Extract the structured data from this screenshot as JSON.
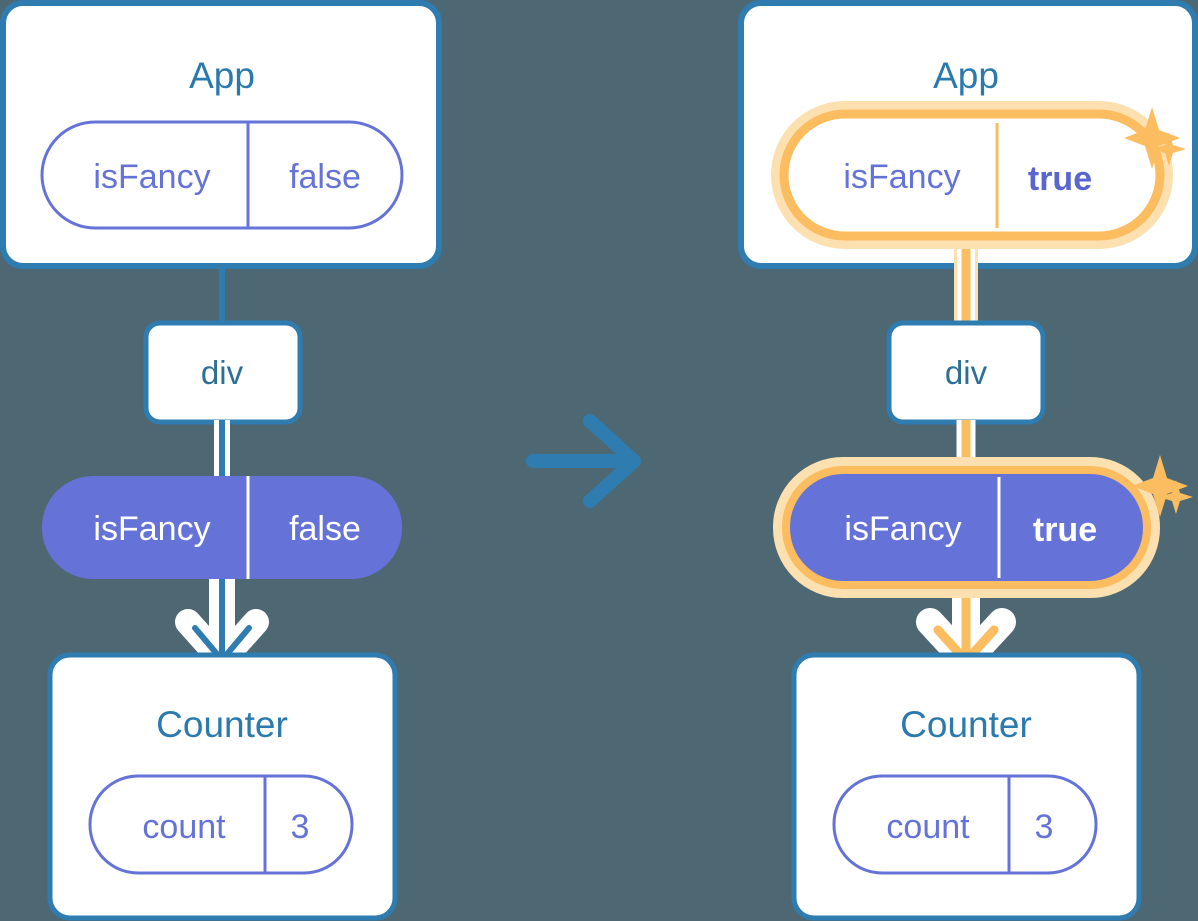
{
  "meta": {
    "title": "React state lifting diagram: isFancy false to true",
    "background_color": "#4d6873"
  },
  "colors": {
    "background": "#4d6873",
    "card_border": "#2e7cb0",
    "card_fill": "#ffffff",
    "heading_text": "#2b7aad",
    "purple_fill": "#6573d8",
    "purple_stroke": "#6573d8",
    "purple_text": "#6573d8",
    "white_text": "#ffffff",
    "highlight_orange": "#f9b košík"
  },
  "palette": {
    "background": "#4d6873",
    "card_border": "#2e7cb0",
    "card_fill": "#ffffff",
    "heading": "#2b7aad",
    "purple": "#6573d8",
    "orange": "#fbbd5f",
    "orange_glow": "#fce0b0",
    "orange_pale": "#fdebd0",
    "lavender_line": "#c5d4ea",
    "white": "#ffffff",
    "arrow_blue": "#2e7cb0"
  },
  "panels": [
    {
      "id": "before",
      "name": "before-panel",
      "highlighted": false,
      "app": {
        "title": "App",
        "state": {
          "key": "isFancy",
          "value": "false",
          "style": "outline",
          "highlighted": false,
          "bold_value": false
        }
      },
      "dom": {
        "label": "div"
      },
      "prop": {
        "key": "isFancy",
        "value": "false",
        "style": "filled",
        "highlighted": false,
        "bold_value": false
      },
      "child": {
        "title": "Counter",
        "state": {
          "key": "count",
          "value": "3",
          "style": "outline",
          "highlighted": false,
          "bold_value": false
        }
      },
      "sparkles": []
    },
    {
      "id": "after",
      "name": "after-panel",
      "highlighted": true,
      "app": {
        "title": "App",
        "state": {
          "key": "isFancy",
          "value": "true",
          "style": "outline",
          "highlighted": true,
          "bold_value": true
        }
      },
      "dom": {
        "label": "div"
      },
      "prop": {
        "key": "isFancy",
        "value": "true",
        "style": "filled",
        "highlighted": true,
        "bold_value": true
      },
      "child": {
        "title": "Counter",
        "state": {
          "key": "count",
          "value": "3",
          "style": "outline",
          "highlighted": false,
          "bold_value": false
        }
      },
      "sparkles": [
        {
          "name": "sparkle-large-app",
          "size": "large"
        },
        {
          "name": "sparkle-small-app",
          "size": "small"
        },
        {
          "name": "sparkle-large-prop",
          "size": "large"
        },
        {
          "name": "sparkle-small-prop",
          "size": "small"
        }
      ]
    }
  ],
  "transition": {
    "name": "transition-arrow",
    "direction": "right",
    "color": "#2e7cb0"
  }
}
